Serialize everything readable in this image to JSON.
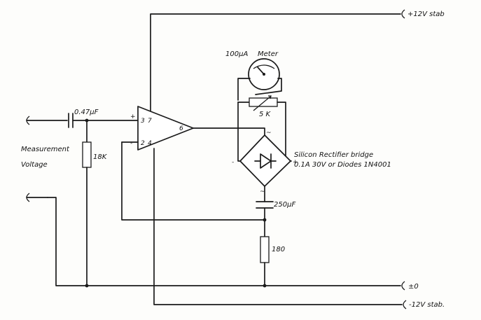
{
  "labels": {
    "supply_pos": "+12V stab",
    "supply_neg": "-12V stab.",
    "ground": "±0",
    "input_cap": "0.47µF",
    "input_res": "18K",
    "measurement_line1": "Measurement",
    "measurement_line2": "Voltage",
    "meter_range": "100µA",
    "meter_name": "Meter",
    "pot": "5 K",
    "bridge_line1": "Silicon Rectifier bridge",
    "bridge_line2": "0.1A 30V or Diodes 1N4001",
    "filter_cap": "250µF",
    "shunt_res": "180",
    "bridge_ac_top": "~",
    "bridge_ac_bottom": "~",
    "bridge_minus": "-",
    "bridge_plus": "+"
  },
  "opamp": {
    "pin_noninv": "3",
    "pin_inv": "2",
    "pin_vpos": "7",
    "pin_vneg": "4",
    "pin_out": "6",
    "sign_noninv": "+",
    "sign_inv": "-"
  }
}
